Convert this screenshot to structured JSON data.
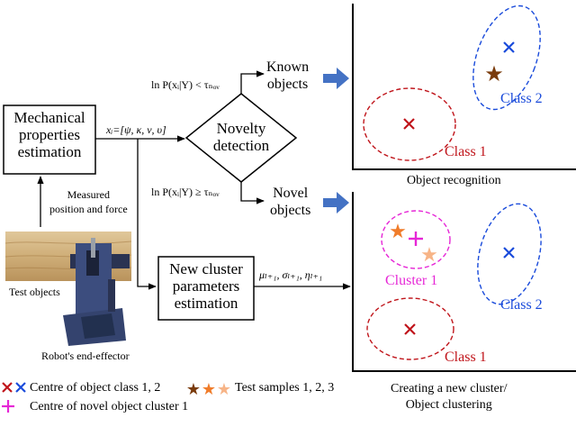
{
  "blocks": {
    "mech": [
      "Mechanical",
      "properties",
      "estimation"
    ],
    "novelty": [
      "Novelty",
      "detection"
    ],
    "newcluster": [
      "New cluster",
      "parameters",
      "estimation"
    ]
  },
  "labels": {
    "feature_vector": "xᵢ=[ψ, κ, ν, υ]",
    "cond_known": "ln P(xᵢ|Y) < τₙₒᵥ",
    "cond_novel": "ln P(xᵢ|Y) ≥ τₙₒᵥ",
    "known": [
      "Known",
      "objects"
    ],
    "novel": [
      "Novel",
      "objects"
    ],
    "measured": [
      "Measured",
      "position and force"
    ],
    "test_objects": "Test objects",
    "robot": "Robot's end-effector",
    "params": "μₗ₊₁, σₗ₊₁, ηₗ₊₁"
  },
  "plots": {
    "recognition": {
      "caption": "Object recognition",
      "class1": "Class 1",
      "class2": "Class 2"
    },
    "clustering": {
      "caption": [
        "Creating a new cluster/",
        "Object clustering"
      ],
      "class1": "Class 1",
      "class2": "Class 2",
      "cluster1": "Cluster 1"
    }
  },
  "legend": {
    "centres": "Centre of object class 1, 2",
    "samples": "Test samples 1, 2, 3",
    "novel_centre": "Centre of novel object cluster 1"
  },
  "colors": {
    "class1": "#c0151b",
    "class2": "#1a4bdb",
    "cluster": "#e627d6",
    "star1": "#7a3b0c",
    "star2": "#f07c2a",
    "star3": "#f7b487",
    "arrow_fat": "#4472c4"
  }
}
